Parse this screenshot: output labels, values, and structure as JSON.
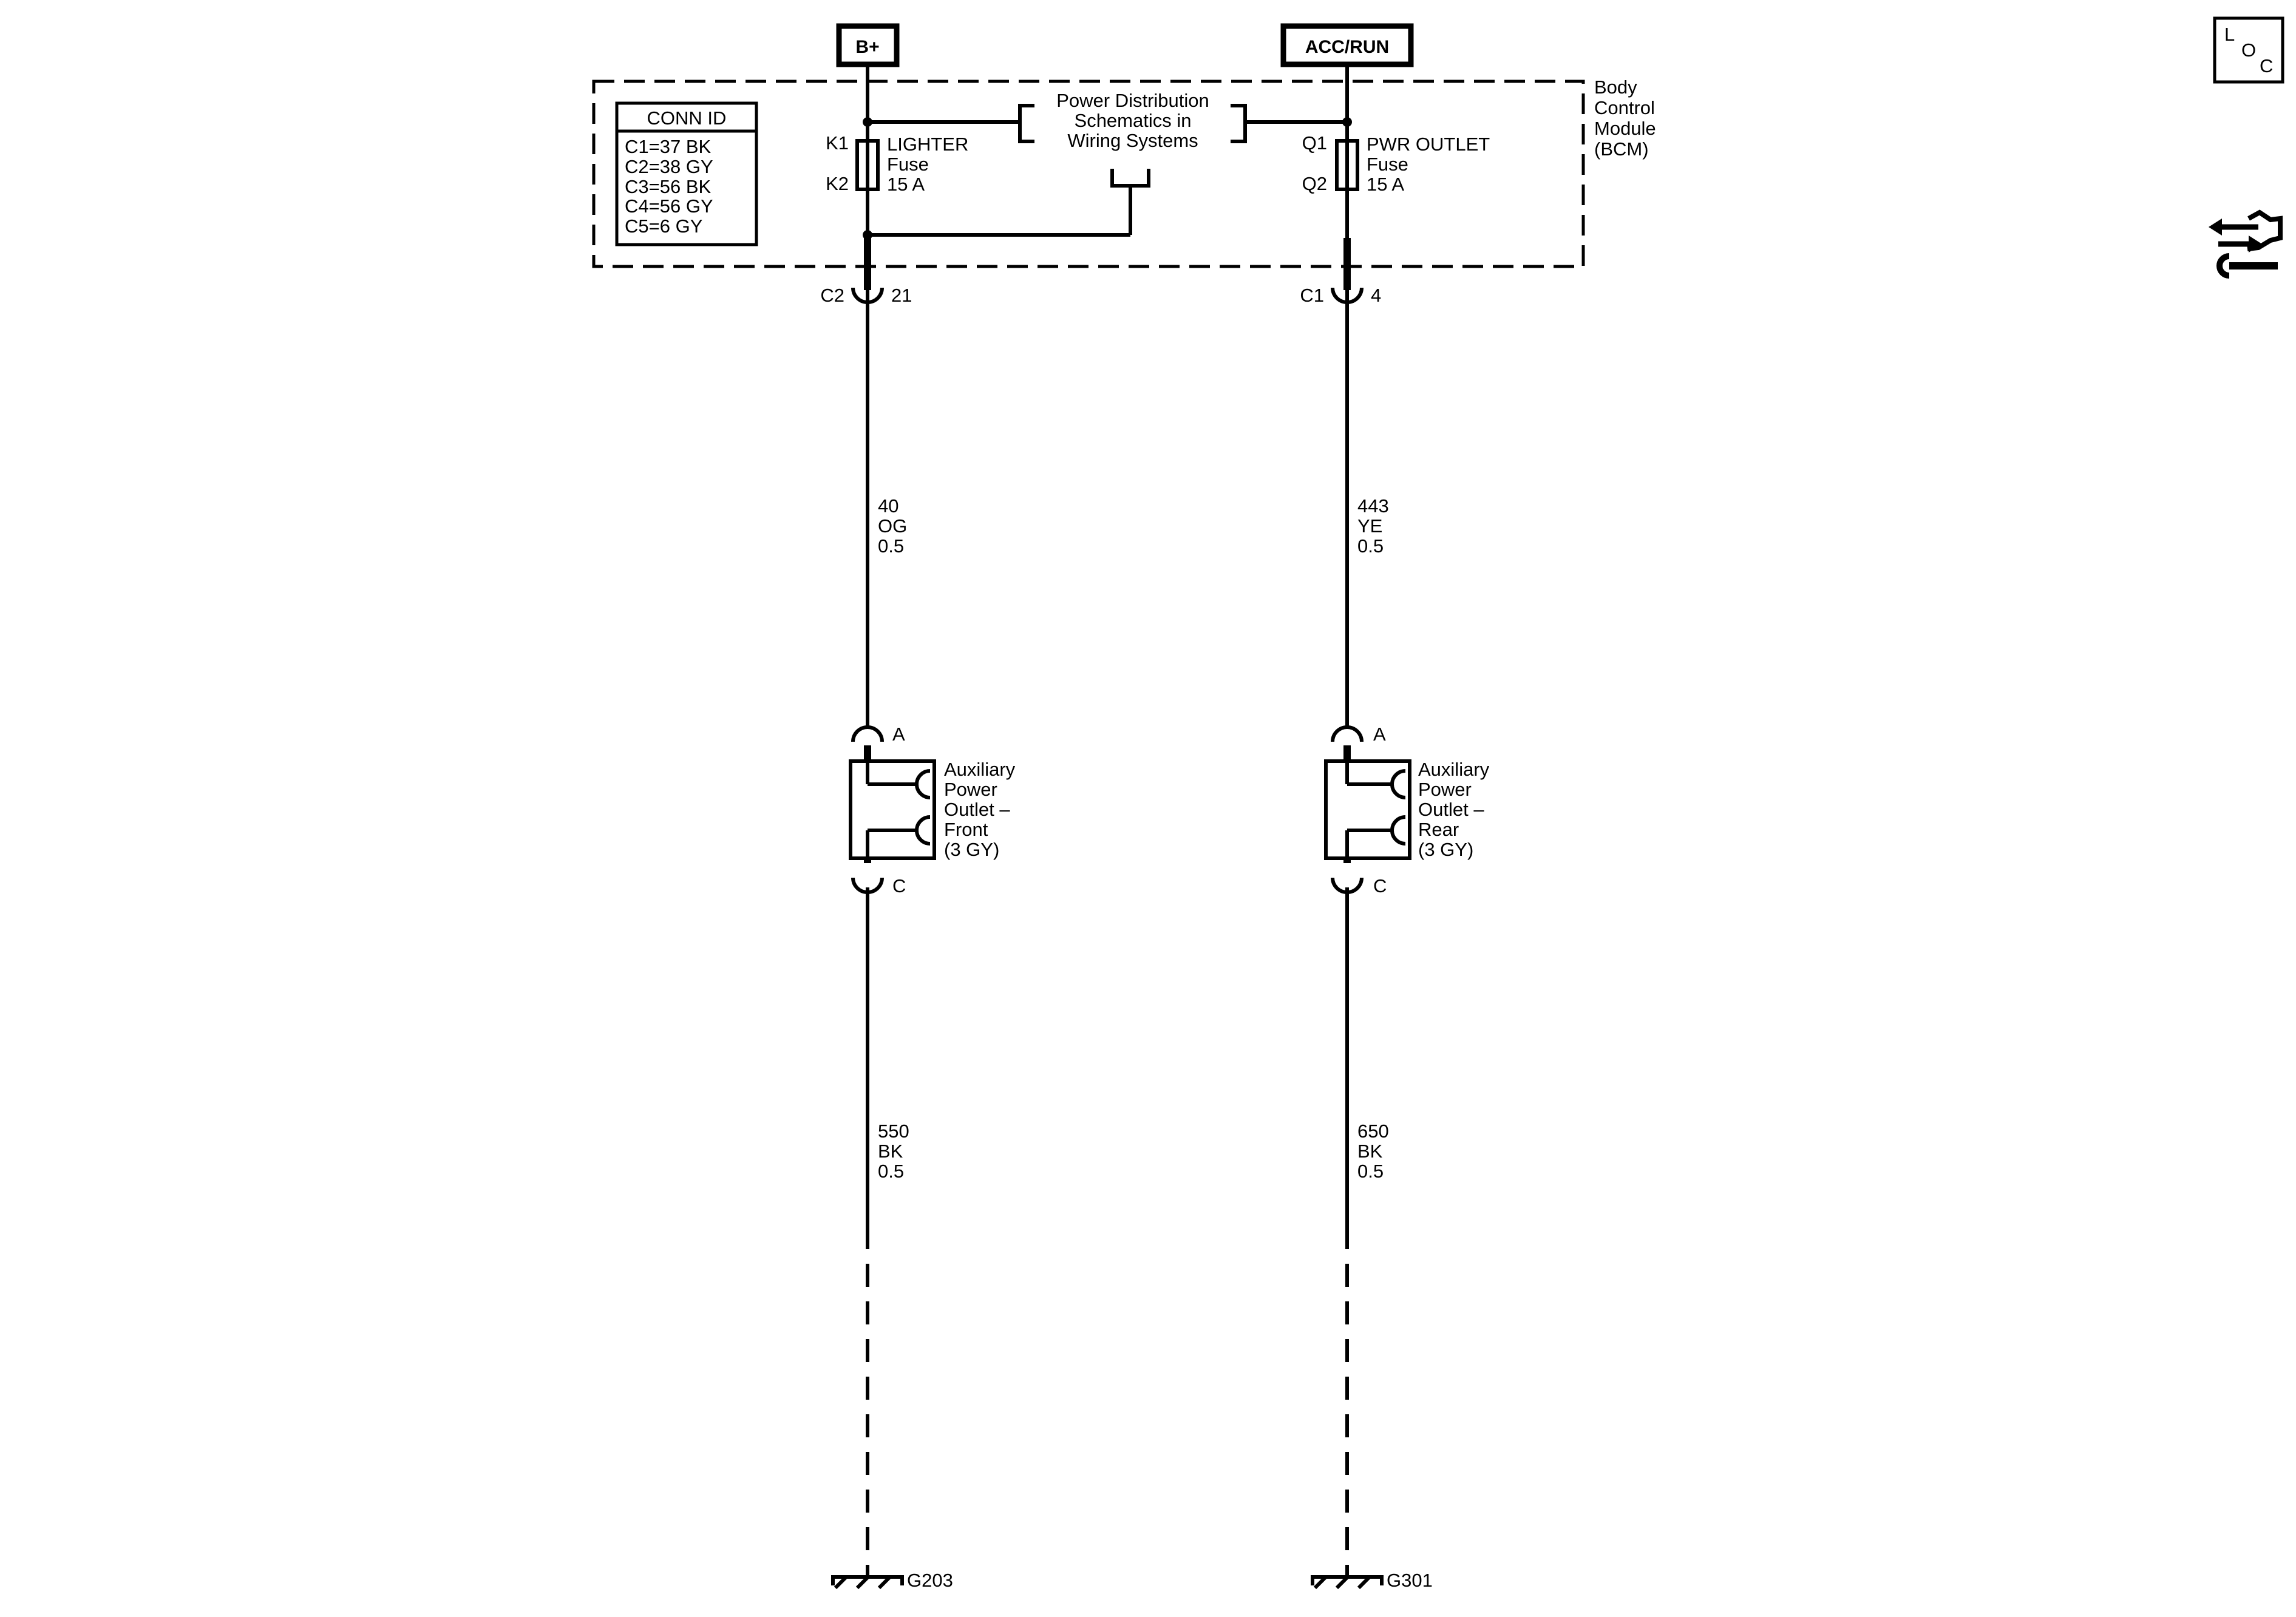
{
  "supplies": {
    "battery": "B+",
    "accessory_run": "ACC/RUN"
  },
  "bcm": {
    "name_lines": [
      "Body",
      "Control",
      "Module",
      "(BCM)"
    ]
  },
  "conn_id": {
    "header": "CONN ID",
    "rows": [
      "C1=37 BK",
      "C2=38 GY",
      "C3=56 BK",
      "C4=56 GY",
      "C5=6 GY"
    ]
  },
  "power_distribution_ref": {
    "lines": [
      "Power Distribution",
      "Schematics in",
      "Wiring Systems"
    ]
  },
  "fuses": {
    "lighter": {
      "pin_top": "K1",
      "pin_bottom": "K2",
      "lines": [
        "LIGHTER",
        "Fuse",
        "15 A"
      ]
    },
    "pwr_outlet": {
      "pin_top": "Q1",
      "pin_bottom": "Q2",
      "lines": [
        "PWR OUTLET",
        "Fuse",
        "15 A"
      ]
    }
  },
  "bcm_connectors": {
    "left": {
      "connector": "C2",
      "pin": "21"
    },
    "right": {
      "connector": "C1",
      "pin": "4"
    }
  },
  "wires": {
    "left_feed": [
      "40",
      "OG",
      "0.5"
    ],
    "right_feed": [
      "443",
      "YE",
      "0.5"
    ],
    "left_ground": [
      "550",
      "BK",
      "0.5"
    ],
    "right_ground": [
      "650",
      "BK",
      "0.5"
    ]
  },
  "outlets": {
    "front": {
      "pin_in": "A",
      "pin_out": "C",
      "lines": [
        "Auxiliary",
        "Power",
        "Outlet –",
        "Front",
        "(3 GY)"
      ]
    },
    "rear": {
      "pin_in": "A",
      "pin_out": "C",
      "lines": [
        "Auxiliary",
        "Power",
        "Outlet –",
        "Rear",
        "(3 GY)"
      ]
    }
  },
  "grounds": {
    "left": "G203",
    "right": "G301"
  },
  "side_icons": {
    "locator": {
      "letters": [
        "L",
        "O",
        "C"
      ],
      "icon": "component-locator-icon"
    },
    "connector_views": {
      "icon": "connector-end-view-icon"
    }
  }
}
